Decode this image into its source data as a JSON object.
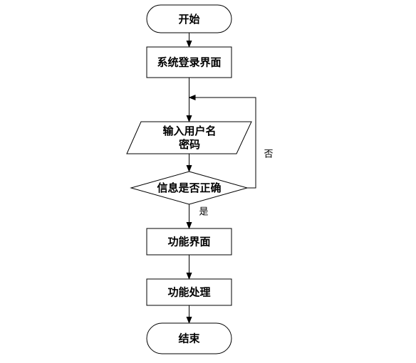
{
  "flowchart": {
    "nodes": {
      "start": {
        "label": "开始"
      },
      "login": {
        "label": "系统登录界面"
      },
      "input": {
        "line1": "输入用户名",
        "line2": "密码"
      },
      "check": {
        "label": "信息是否正确"
      },
      "func_ui": {
        "label": "功能界面"
      },
      "func_proc": {
        "label": "功能处理"
      },
      "end": {
        "label": "结束"
      }
    },
    "edges": {
      "yes": "是",
      "no": "否"
    }
  }
}
